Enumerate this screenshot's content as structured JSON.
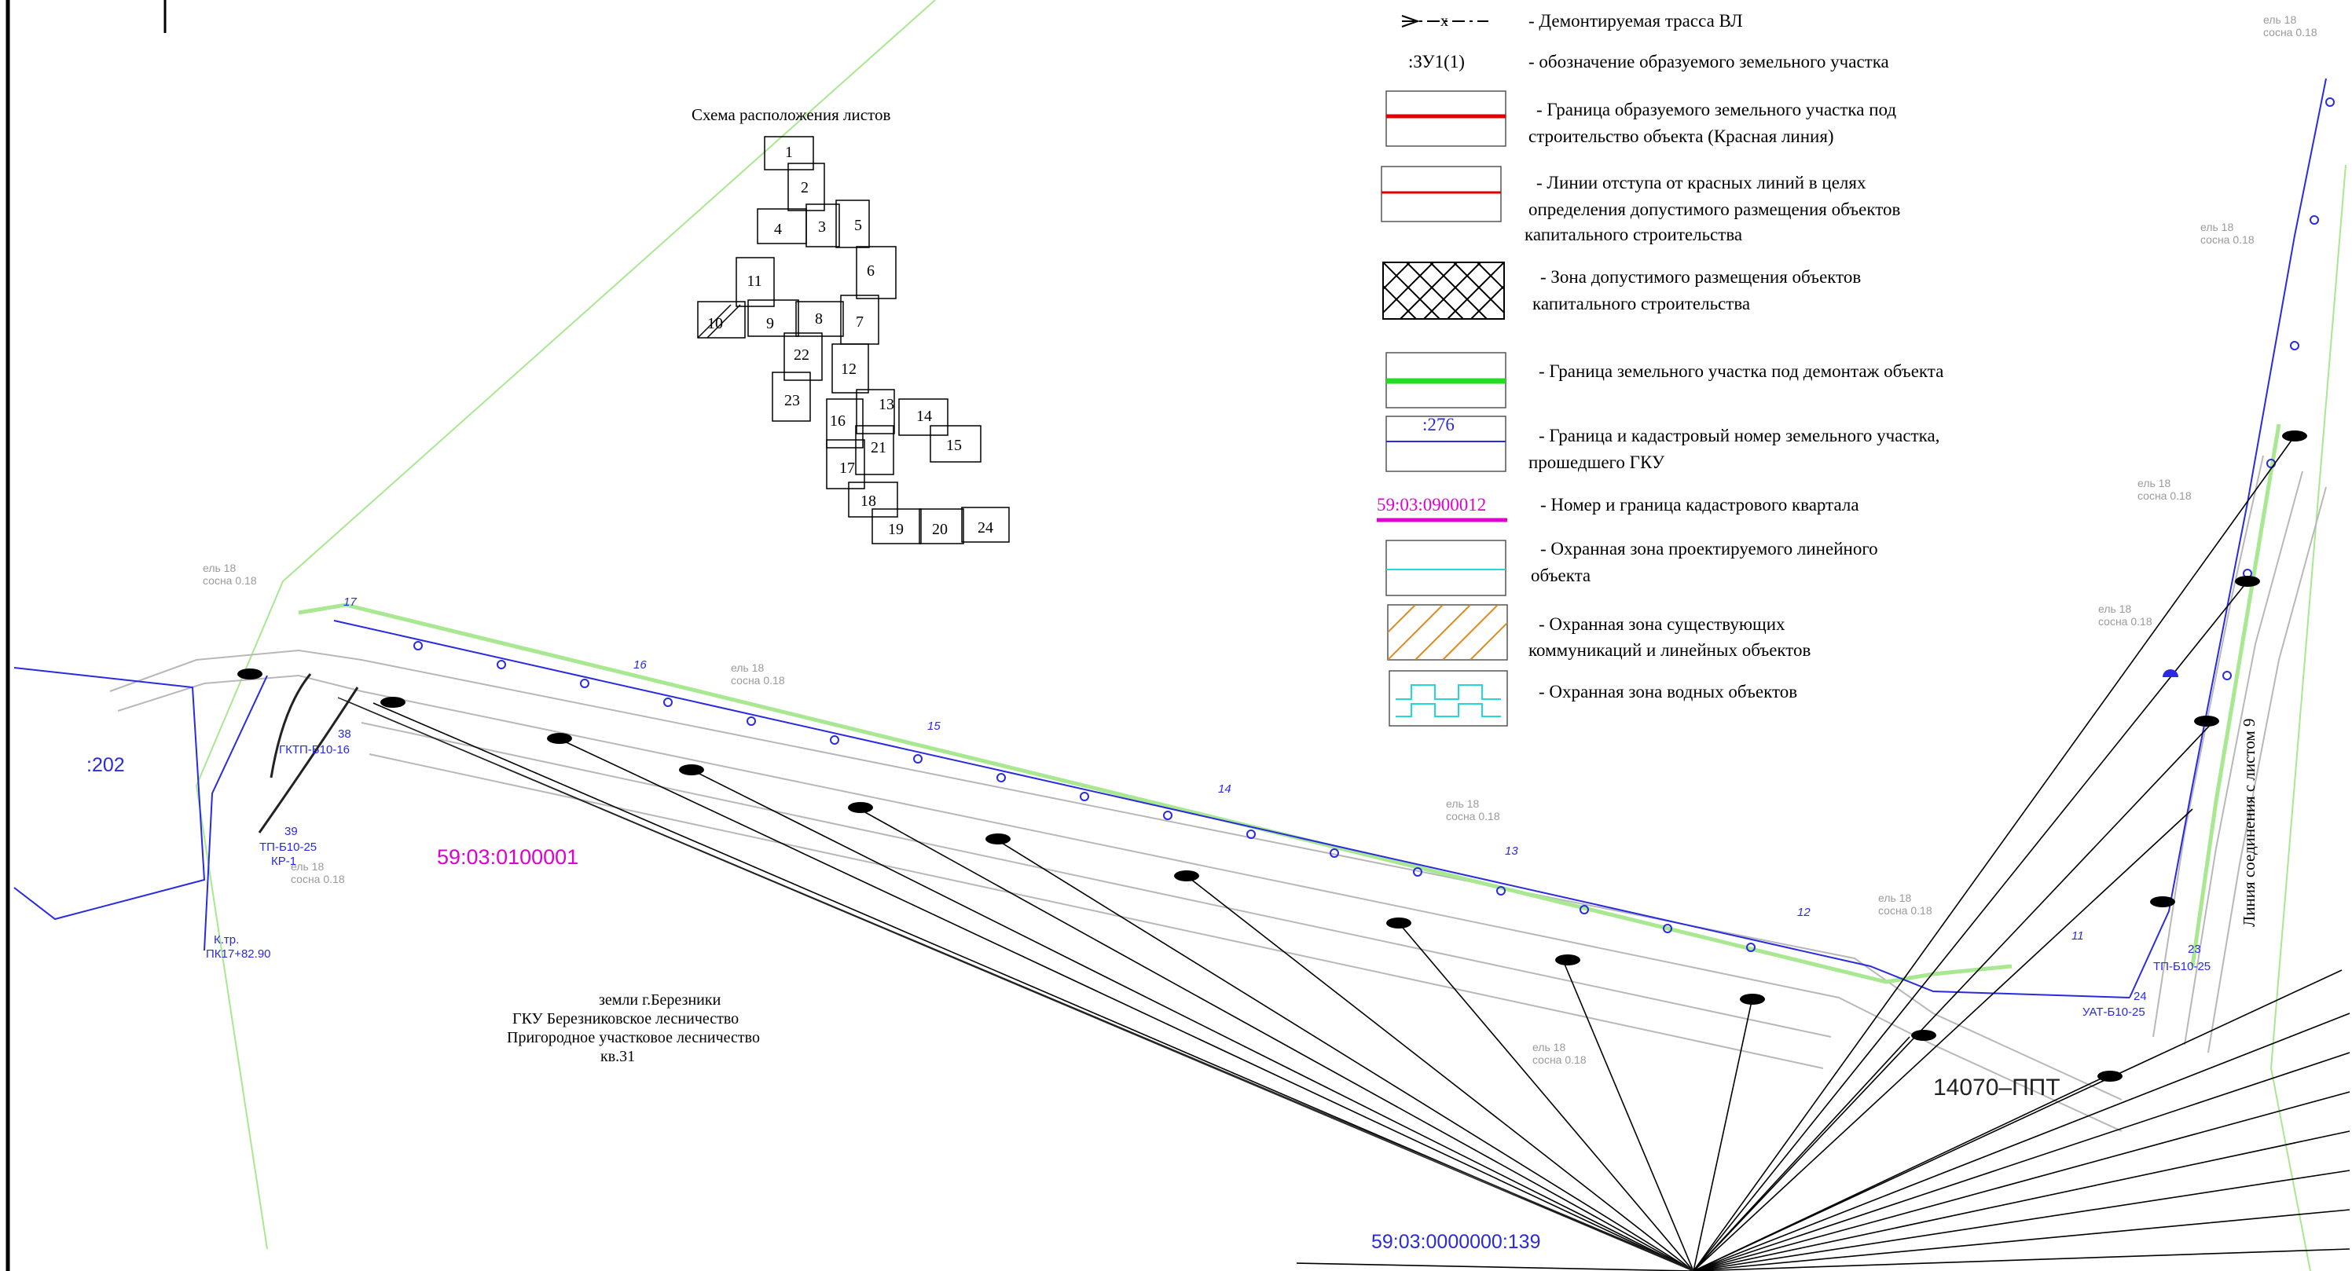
{
  "legend": {
    "items": [
      {
        "key": "demolished_line",
        "text1": "- Демонтируемая трасса ВЛ",
        "text2": ""
      },
      {
        "key": "plot_designation",
        "sample": ":ЗУ1(1)",
        "text1": "- обозначение образуемого земельного участка",
        "text2": ""
      },
      {
        "key": "red_line",
        "text1": "- Граница образуемого земельного участка под",
        "text2": "строительство объекта (Красная линия)"
      },
      {
        "key": "setback_line",
        "text1": "- Линии отступа от красных линий в целях",
        "text2": "определения допустимого размещения объектов",
        "text3": "капитального строительства"
      },
      {
        "key": "allowed_zone",
        "text1": "- Зона допустимого размещения объектов",
        "text2": "капитального строительства"
      },
      {
        "key": "dismantling_plot",
        "text1": "- Граница земельного участка под демонтаж объекта",
        "text2": ""
      },
      {
        "key": "gku_plot",
        "sample": ":276",
        "text1": "- Граница и кадастровый номер земельного участка,",
        "text2": "прошедшего ГКУ"
      },
      {
        "key": "cadastral_quarter",
        "sample": "59:03:0900012",
        "text1": "- Номер и граница кадастрового квартала",
        "text2": ""
      },
      {
        "key": "protect_linear",
        "text1": "- Охранная зона проектируемого линейного",
        "text2": "объекта"
      },
      {
        "key": "protect_existing",
        "text1": "- Охранная зона существующих",
        "text2": "коммуникаций и линейных объектов"
      },
      {
        "key": "protect_water",
        "text1": "- Охранная зона водных объектов",
        "text2": ""
      }
    ]
  },
  "sheet_scheme": {
    "title": "Схема расположения листов",
    "sheets": [
      "1",
      "2",
      "3",
      "4",
      "5",
      "6",
      "7",
      "8",
      "9",
      "10",
      "11",
      "12",
      "13",
      "14",
      "15",
      "16",
      "17",
      "18",
      "19",
      "20",
      "21",
      "22",
      "23",
      "24"
    ]
  },
  "map_labels": {
    "quarter_main": "59:03:0100001",
    "quarter_bottom": "59:03:0000000:139",
    "plot_202": ":202",
    "project_code": "14070–ППТ",
    "forest_lines": [
      "земли г.Березники",
      "ГКУ Березниковское лесничество",
      "Пригородное  участковое лесничество",
      "кв.31"
    ],
    "side_note": "Линия соединения с листом 9",
    "kmp": "К.тр.",
    "pk": "ПК17+82.90",
    "pole_labels": [
      "17",
      "16",
      "15",
      "14",
      "13",
      "12",
      "11"
    ],
    "tp_labels": [
      "38",
      "ГКТП-Б10-16",
      "39",
      "ТП-Б10-25",
      "КР-1",
      "23",
      "24",
      "УАТ-Б10-25",
      "ТП-Б10-25"
    ],
    "tree_label": "ель 18 сосна 0.18"
  },
  "colors": {
    "red": "#e00000",
    "green": "#22dd22",
    "blue": "#2a2ae0",
    "magenta": "#e000d0",
    "cyan": "#22d8d8",
    "orange": "#e08a20",
    "light_green": "#a8e890",
    "grey": "#9a9a9a"
  }
}
